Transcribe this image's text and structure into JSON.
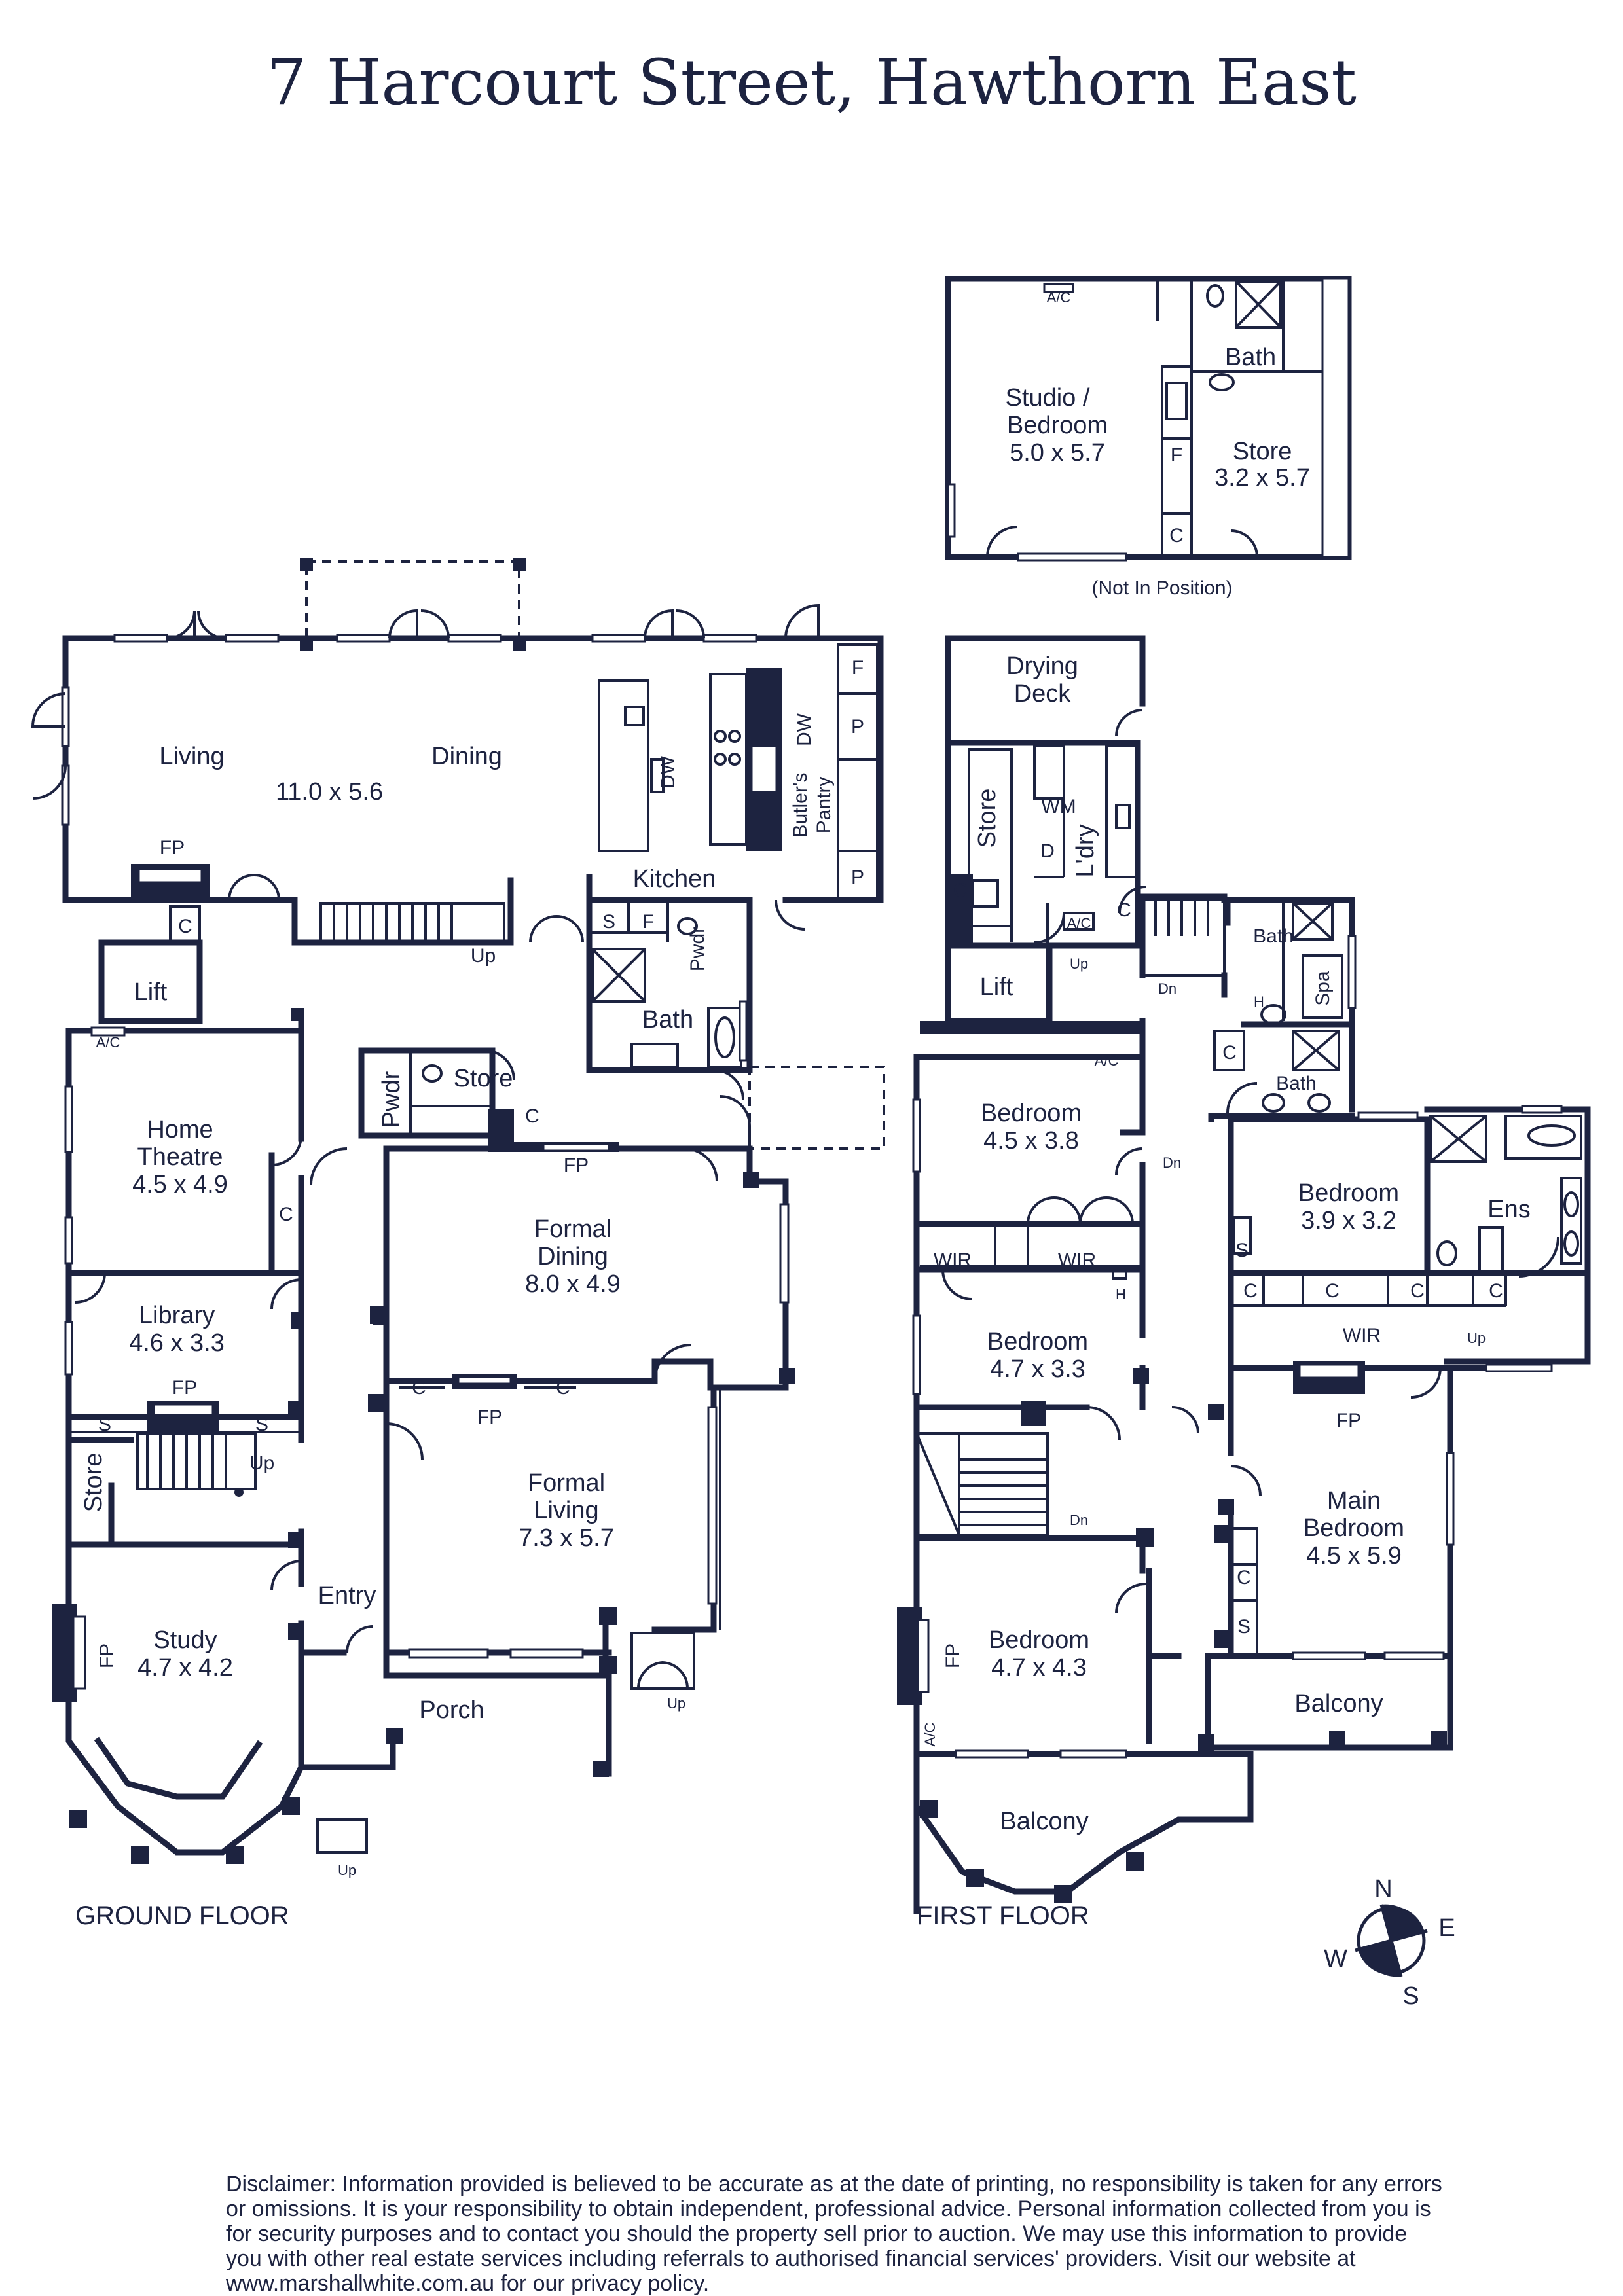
{
  "title": "7 Harcourt Street, Hawthorn East",
  "floors": {
    "ground": "GROUND FLOOR",
    "first": "FIRST FLOOR"
  },
  "ground_rooms": {
    "living": "Living",
    "dining": "Dining",
    "living_dims": "11.0 x 5.6",
    "kitchen": "Kitchen",
    "butlers": "Butler's",
    "pantry": "Pantry",
    "dw": "DW",
    "lift": "Lift",
    "home_theatre": "Home",
    "home_theatre2": "Theatre",
    "home_theatre_dims": "4.5 x 4.9",
    "library": "Library",
    "library_dims": "4.6 x 3.3",
    "store": "Store",
    "study": "Study",
    "study_dims": "4.7 x 4.2",
    "pwdr": "Pwdr",
    "bath": "Bath",
    "formal_dining": "Formal",
    "formal_dining2": "Dining",
    "formal_dining_dims": "8.0 x 4.9",
    "formal_living": "Formal",
    "formal_living2": "Living",
    "formal_living_dims": "7.3 x 5.7",
    "entry": "Entry",
    "porch": "Porch"
  },
  "first_rooms": {
    "drying_deck": "Drying",
    "drying_deck2": "Deck",
    "store": "Store",
    "wm": "WM",
    "d": "D",
    "laundry": "L'dry",
    "lift": "Lift",
    "bath": "Bath",
    "spa": "Spa",
    "bed1": "Bedroom",
    "bed1_dims": "4.5 x 3.8",
    "bed2": "Bedroom",
    "bed2_dims": "3.9 x 3.2",
    "ens": "Ens",
    "wir": "WIR",
    "bed3": "Bedroom",
    "bed3_dims": "4.7 x 3.3",
    "main_bed": "Main",
    "main_bed2": "Bedroom",
    "main_bed_dims": "4.5 x 5.9",
    "bed4": "Bedroom",
    "bed4_dims": "4.7 x 4.3",
    "balcony": "Balcony"
  },
  "studio": {
    "studio": "Studio /",
    "studio2": "Bedroom",
    "studio_dims": "5.0 x 5.7",
    "bath": "Bath",
    "store": "Store",
    "store_dims": "3.2 x 5.7",
    "note": "(Not In Position)"
  },
  "small_labels": {
    "fp": "FP",
    "c": "C",
    "s": "S",
    "f": "F",
    "p": "P",
    "h": "H",
    "ac": "A/C",
    "up": "Up",
    "dn": "Dn"
  },
  "compass": {
    "n": "N",
    "e": "E",
    "s": "S",
    "w": "W"
  },
  "disclaimer": "Disclaimer: Information provided is believed to be accurate as at the date of printing, no responsibility is taken for any errors or omissions. It is your responsibility to obtain independent, professional advice. Personal information collected from you is for security purposes and to contact you should the property sell prior to auction. We may use this information to provide you with other real estate services including referrals to authorised financial services' providers. Visit our website at www.marshallwhite.com.au for our privacy policy."
}
